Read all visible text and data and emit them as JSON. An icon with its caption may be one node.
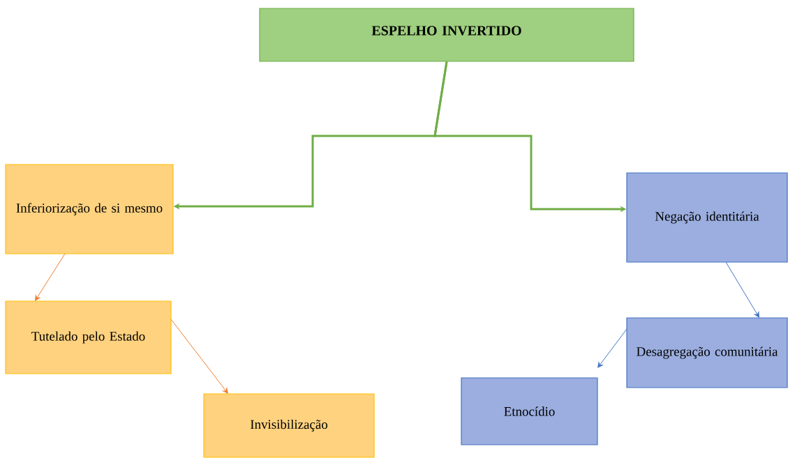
{
  "diagram": {
    "nodes": [
      {
        "text": [
          "ESPELHO INVERTIDO"
        ]
      },
      {
        "text": [
          "Inferiorização de si mesmo"
        ]
      },
      {
        "text": [
          "Negação identitária"
        ]
      },
      {
        "text": [
          "Tutelado pelo Estado"
        ]
      },
      {
        "text": [
          "Invisibilização"
        ]
      },
      {
        "text": [
          "Desagregação comunitária"
        ]
      },
      {
        "text": [
          "Etnocídio"
        ]
      }
    ],
    "edges": [
      {
        "from": 0,
        "to": 1,
        "arrow": "to",
        "style": "thick",
        "color": "#70ad47"
      },
      {
        "from": 0,
        "to": 2,
        "arrow": "to",
        "style": "thick",
        "color": "#70ad47"
      },
      {
        "from": 1,
        "to": 3,
        "arrow": "to",
        "color": "#ed7d31"
      },
      {
        "from": 3,
        "to": 4,
        "arrow": "to",
        "color": "#ed7d31"
      },
      {
        "from": 2,
        "to": 5,
        "arrow": "to",
        "color": "#4472c4"
      },
      {
        "from": 5,
        "to": 6,
        "arrow": "to",
        "color": "#4472c4"
      }
    ]
  }
}
